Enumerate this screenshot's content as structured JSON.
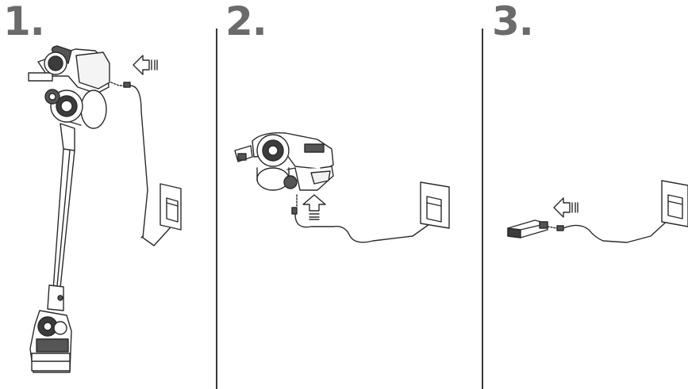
{
  "steps": [
    {
      "number": "1."
    },
    {
      "number": "2."
    },
    {
      "number": "3."
    }
  ],
  "colors": {
    "number_text": "#6b6b6b",
    "line_art": "#2a2a2a",
    "divider": "#3a3a3a",
    "background": "#ffffff"
  },
  "icons": {
    "step1": [
      "stick-vacuum-icon",
      "insert-arrow-icon",
      "wall-plug-adapter-icon",
      "charging-cable-icon"
    ],
    "step2": [
      "vacuum-handheld-unit-icon",
      "insert-arrow-icon",
      "wall-plug-adapter-icon",
      "charging-cable-icon"
    ],
    "step3": [
      "battery-pack-icon",
      "insert-arrow-icon",
      "wall-plug-adapter-icon",
      "charging-cable-icon"
    ]
  }
}
